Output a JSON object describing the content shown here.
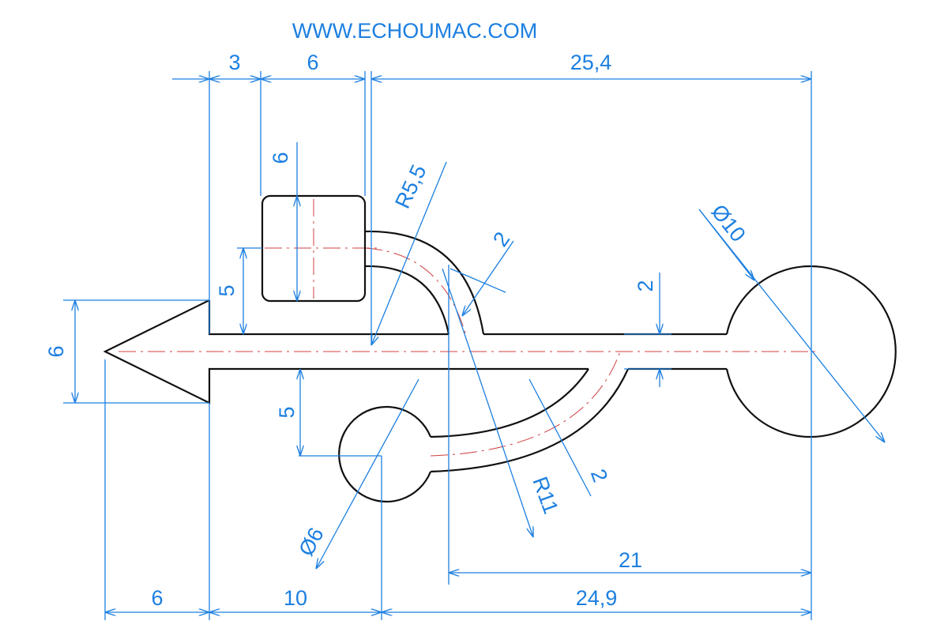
{
  "title": "WWW.ECHOUMAC.COM",
  "dimensions": {
    "top_3": "3",
    "top_6": "6",
    "top_25_4": "25,4",
    "square_height": "6",
    "radius_small": "R5,5",
    "upper_width": "2",
    "big_circle": "Ø10",
    "shaft_width": "2",
    "square_offset": "5",
    "arrow_height": "6",
    "lower_offset": "5",
    "radius_large": "R11",
    "lower_width": "2",
    "small_circle": "Ø6",
    "bottom_21": "21",
    "bottom_6": "6",
    "bottom_10": "10",
    "bottom_24_9": "24,9"
  },
  "colors": {
    "object": "#111111",
    "dimension": "#1c7fe0",
    "centerline": "#d04040"
  }
}
